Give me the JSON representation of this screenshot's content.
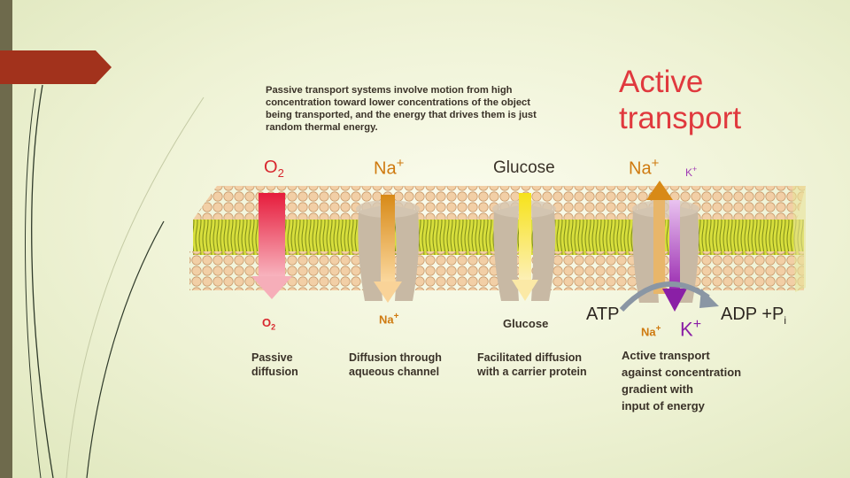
{
  "slide": {
    "colors": {
      "accent_bar": "#6e6a4c",
      "red_tab": "#a2321c",
      "title_red": "#e0393e",
      "membrane_yellow": "#d8df3c",
      "lipid_head": "#f2cfa6"
    }
  },
  "diagram": {
    "intro_text": "Passive transport systems involve motion from high concentration toward lower concentrations of the object being transported, and the energy that drives them is just random thermal energy.",
    "title_line1": "Active",
    "title_line2": "transport",
    "top_labels": {
      "o2": "O",
      "o2_sub": "2",
      "na": "Na",
      "na_sup": "+",
      "glucose": "Glucose",
      "na_active": "Na",
      "na_active_sup": "+",
      "k_small": "K",
      "k_small_sup": "+"
    },
    "bottom_labels": {
      "o2": "O",
      "o2_sub": "2",
      "na": "Na",
      "na_sup": "+",
      "glucose": "Glucose",
      "atp": "ATP",
      "na_active": "Na",
      "na_active_sup": "+",
      "k": "K",
      "k_sup": "+",
      "adp": "ADP +P",
      "adp_sub": "i"
    },
    "captions": {
      "passive": [
        "Passive",
        "diffusion"
      ],
      "channel": [
        "Diffusion through",
        "aqueous channel"
      ],
      "carrier": [
        "Facilitated diffusion",
        "with a carrier protein"
      ],
      "active": [
        "Active transport",
        "against concentration",
        "gradient with",
        "input of energy"
      ]
    }
  }
}
